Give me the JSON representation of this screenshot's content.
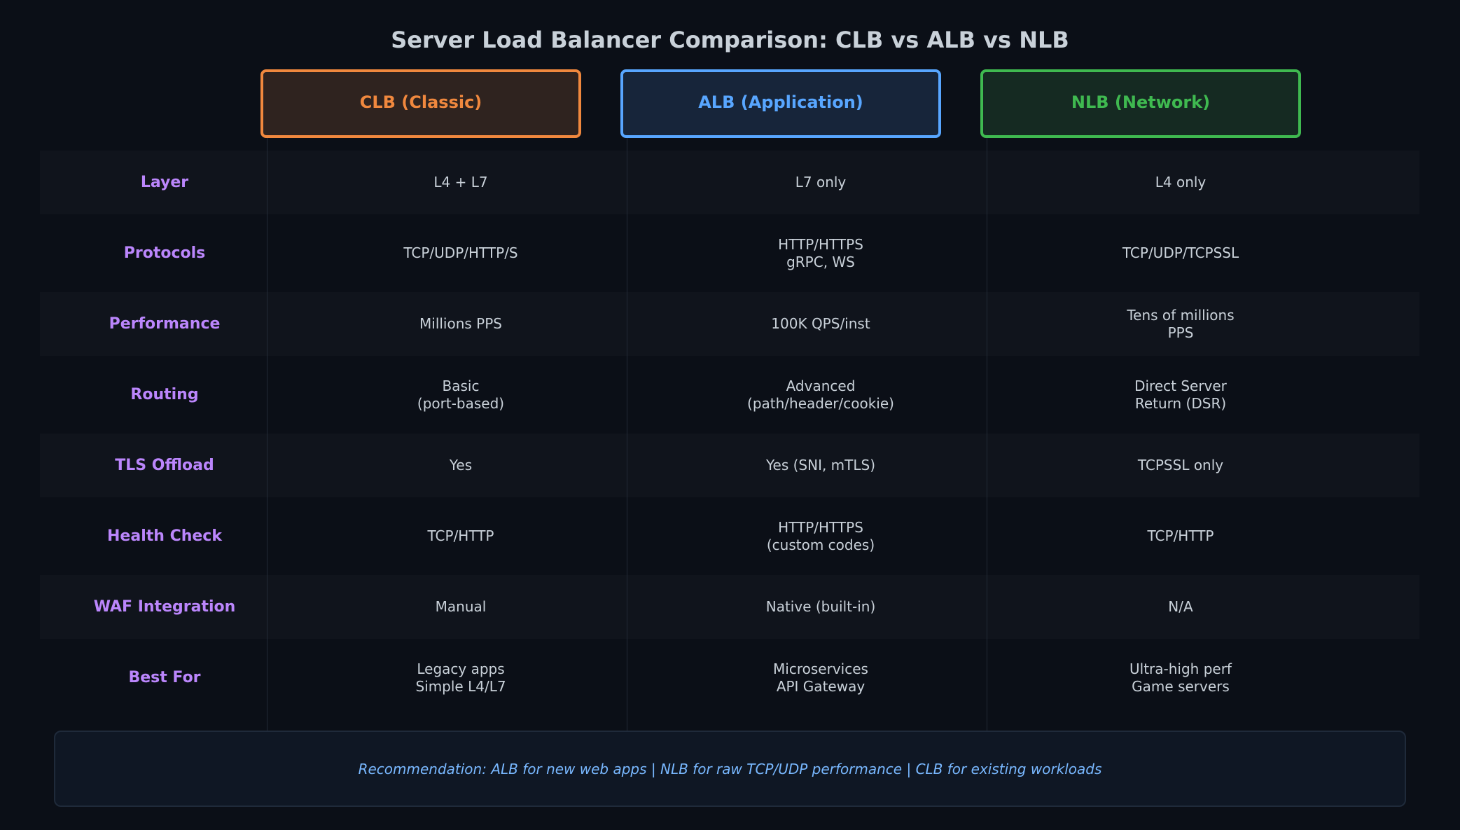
{
  "title": "Server Load Balancer Comparison: CLB vs ALB vs NLB",
  "columns": [
    {
      "label": "CLB (Classic)",
      "color": "#f0883e",
      "fill": "#2f231f"
    },
    {
      "label": "ALB (Application)",
      "color": "#58a6ff",
      "fill": "#17253a"
    },
    {
      "label": "NLB (Network)",
      "color": "#3fb950",
      "fill": "#152a22"
    }
  ],
  "rows": [
    {
      "label": "Layer",
      "values": [
        "L4 + L7",
        "L7 only",
        "L4 only"
      ]
    },
    {
      "label": "Protocols",
      "values": [
        "TCP/UDP/HTTP/S",
        "HTTP/HTTPS\ngRPC, WS",
        "TCP/UDP/TCPSSL"
      ]
    },
    {
      "label": "Performance",
      "values": [
        "Millions PPS",
        "100K QPS/inst",
        "Tens of millions\nPPS"
      ]
    },
    {
      "label": "Routing",
      "values": [
        "Basic\n(port-based)",
        "Advanced\n(path/header/cookie)",
        "Direct Server\nReturn (DSR)"
      ]
    },
    {
      "label": "TLS Offload",
      "values": [
        "Yes",
        "Yes (SNI, mTLS)",
        "TCPSSL only"
      ]
    },
    {
      "label": "Health Check",
      "values": [
        "TCP/HTTP",
        "HTTP/HTTPS\n(custom codes)",
        "TCP/HTTP"
      ]
    },
    {
      "label": "WAF Integration",
      "values": [
        "Manual",
        "Native (built-in)",
        "N/A"
      ]
    },
    {
      "label": "Best For",
      "values": [
        "Legacy apps\nSimple L4/L7",
        "Microservices\nAPI Gateway",
        "Ultra-high perf\nGame servers"
      ]
    }
  ],
  "recommendation": "Recommendation: ALB for new web apps | NLB for raw TCP/UDP performance | CLB for existing workloads"
}
